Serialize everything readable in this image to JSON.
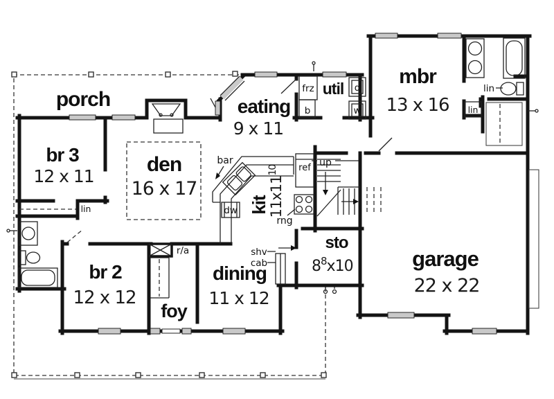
{
  "plan": {
    "colors": {
      "wall": "#141414",
      "window_fill": "#c9c9c9",
      "background": "#ffffff"
    },
    "rooms": {
      "porch": {
        "label": "porch"
      },
      "br3": {
        "label": "br 3",
        "dims": "12 x 11"
      },
      "den": {
        "label": "den",
        "dims": "16 x 17"
      },
      "eating": {
        "label": "eating",
        "dims": "9 x 11"
      },
      "util": {
        "label": "util"
      },
      "mbr": {
        "label": "mbr",
        "dims": "13 x 16"
      },
      "kit": {
        "label": "kit",
        "dims_base": "11x11",
        "dims_sup": "10"
      },
      "sto": {
        "label": "sto",
        "dims_base": "8",
        "dims_sup": "8",
        "dims_rest": "x10"
      },
      "garage": {
        "label": "garage",
        "dims": "22 x 22"
      },
      "dining": {
        "label": "dining",
        "dims": "11 x 12"
      },
      "br2": {
        "label": "br 2",
        "dims": "12 x 12"
      },
      "foy": {
        "label": "foy"
      }
    },
    "fixtures": {
      "bar": "bar",
      "freezer": "frz",
      "broom": "b",
      "dryer": "d",
      "washer": "w",
      "linen": "lin",
      "fridge": "ref",
      "stairs_up": "up",
      "range": "rng",
      "dishwasher": "dw",
      "return_air": "r/a",
      "shelves": "shv",
      "cabinet": "cab"
    }
  }
}
